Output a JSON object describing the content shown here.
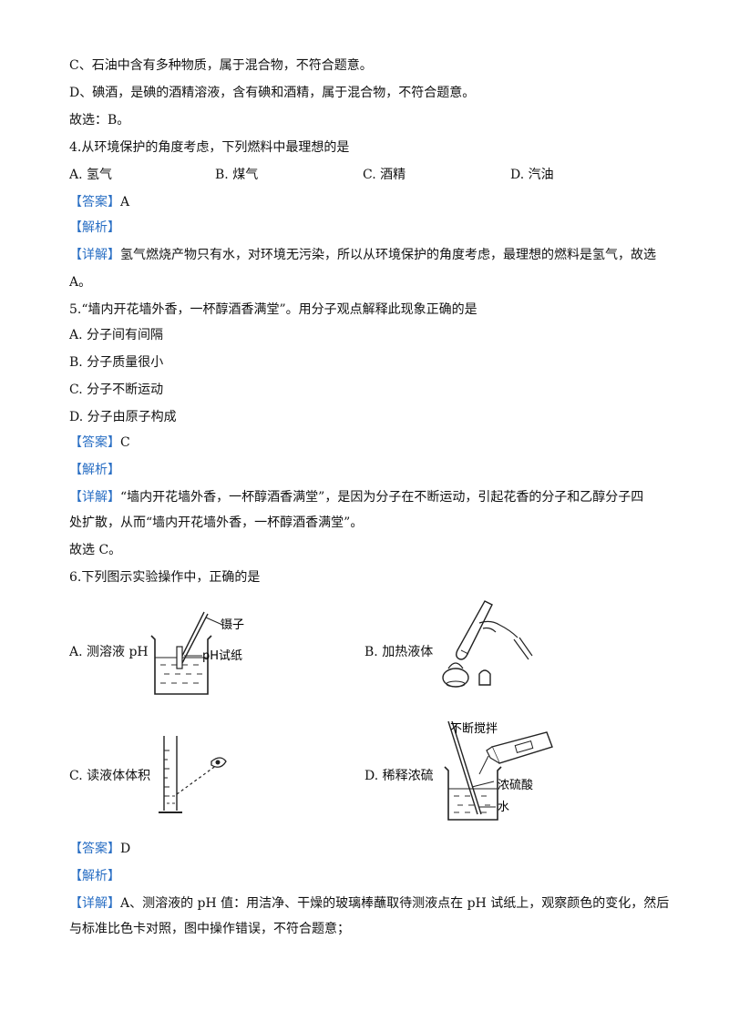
{
  "lines": {
    "c_option_expl": "C、石油中含有多种物质，属于混合物，不符合题意。",
    "d_option_expl": "D、碘酒，是碘的酒精溶液，含有碘和酒精，属于混合物，不符合题意。",
    "q3_choice": "故选：B。",
    "q4_stem": "4.从环境保护的角度考虑，下列燃料中最理想的是",
    "q4_detail_1": "氢气燃烧产物只有水，对环境无污染，所以从环境保护的角度考虑，最理想的燃料是氢气，故选",
    "q4_detail_2": "A。",
    "q5_stem": "5.“墙内开花墙外香，一杯醇酒香满堂”。用分子观点解释此现象正确的是",
    "q5_detail_1": "“墙内开花墙外香，一杯醇酒香满堂”，是因为分子在不断运动，引起花香的分子和乙醇分子四",
    "q5_detail_2": "处扩散，从而“墙内开花墙外香，一杯醇酒香满堂”。",
    "q5_choice": "故选 C。",
    "q6_stem": "6.下列图示实验操作中，正确的是",
    "q6_detail_1_pre": "A、测溶液的 pH 值：用洁净、干燥的玻璃棒蘸取待测液点在 pH 试纸上，观察颜色的变化，然后",
    "q6_detail_2": "与标准比色卡对照，图中操作错误，不符合题意；"
  },
  "tags": {
    "answer": "【答案】",
    "analysis": "【解析】",
    "detail": "【详解】"
  },
  "q4": {
    "options": [
      "A.  氢气",
      "B.  煤气",
      "C.  酒精",
      "D.  汽油"
    ],
    "answer": "A"
  },
  "q5": {
    "options": [
      "A.  分子间有间隔",
      "B.  分子质量很小",
      "C.  分子不断运动",
      "D.  分子由原子构成"
    ],
    "answer": "C"
  },
  "q6": {
    "options": [
      "A.  测溶液 pH",
      "B.  加热液体",
      "C.  读液体体积",
      "D.  稀释浓硫"
    ],
    "fig_a_labels": [
      "镊子",
      "pH试纸"
    ],
    "fig_d_labels": [
      "不断搅拌",
      "浓硫酸",
      "水"
    ],
    "answer": "D"
  }
}
